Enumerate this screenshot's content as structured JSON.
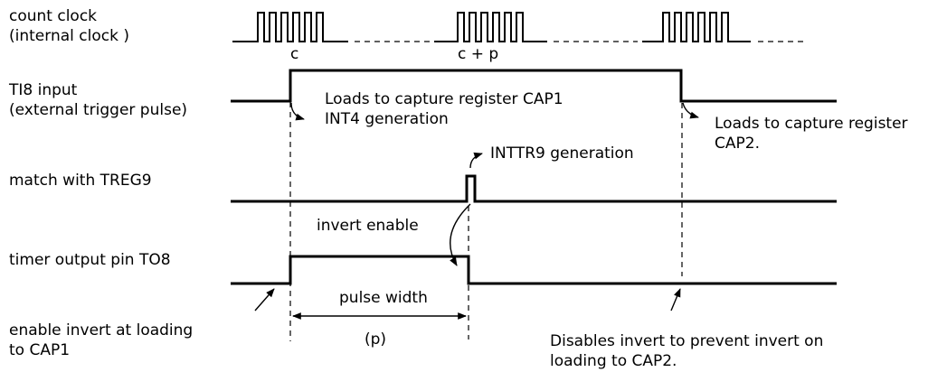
{
  "labels": {
    "count_clock_1": "count clock",
    "count_clock_2": "(internal clock )",
    "ti8_1": "TI8 input",
    "ti8_2": "(external trigger pulse)",
    "match": "match with TREG9",
    "timer_out": "timer output pin TO8",
    "enable_inv_1": "enable invert at loading",
    "enable_inv_2": "to CAP1"
  },
  "markers": {
    "c": "c",
    "cp": "c + p"
  },
  "annotations": {
    "cap1_1": "Loads to capture register CAP1",
    "cap1_2": "INT4 generation",
    "cap2_1": "Loads to capture register",
    "cap2_2": "CAP2.",
    "inttr9": "INTTR9 generation",
    "invert_enable": "invert enable",
    "pulse_width": "pulse width",
    "p": "(p)",
    "disable_1": "Disables invert to prevent invert on",
    "disable_2": "loading to CAP2."
  }
}
